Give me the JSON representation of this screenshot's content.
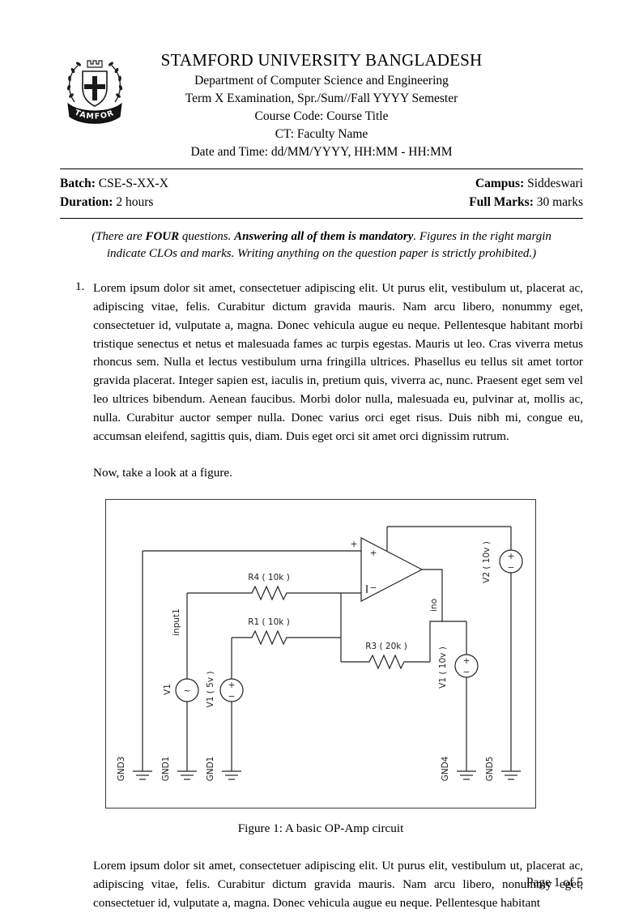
{
  "header": {
    "university": "STAMFORD UNIVERSITY BANGLADESH",
    "department": "Department of Computer Science and Engineering",
    "term_line": "Term X Examination, Spr./Sum//Fall YYYY Semester",
    "course_line": "Course Code: Course Title",
    "ct_line": "CT: Faculty Name",
    "datetime_line": "Date and Time: dd/MM/YYYY, HH:MM - HH:MM",
    "logo_banner": "STAMFORD"
  },
  "meta": {
    "batch_label": "Batch:",
    "batch_value": "CSE-S-XX-X",
    "duration_label": "Duration:",
    "duration_value": "2 hours",
    "campus_label": "Campus:",
    "campus_value": "Siddeswari",
    "full_marks_label": "Full Marks:",
    "full_marks_value": "30 marks"
  },
  "instructions": {
    "part1": "(There are ",
    "bold1": "FOUR",
    "part2": " questions. ",
    "bold2": "Answering all of them is mandatory",
    "part3": ". Figures in the right margin indicate CLOs and marks. Writing anything on the question paper is strictly prohibited.)"
  },
  "question": {
    "number": "1.",
    "body": "Lorem ipsum dolor sit amet, consectetuer adipiscing elit. Ut purus elit, vestibulum ut, placerat ac, adipiscing vitae, felis. Curabitur dictum gravida mauris. Nam arcu libero, nonummy eget, consectetuer id, vulputate a, magna. Donec vehicula augue eu neque. Pellentesque habitant morbi tristique senectus et netus et malesuada fames ac turpis egestas. Mauris ut leo. Cras viverra metus rhoncus sem. Nulla et lectus vestibulum urna fringilla ultrices. Phasellus eu tellus sit amet tortor gravida placerat. Integer sapien est, iaculis in, pretium quis, viverra ac, nunc. Praesent eget sem vel leo ultrices bibendum. Aenean faucibus. Morbi dolor nulla, malesuada eu, pulvinar at, mollis ac, nulla. Curabitur auctor semper nulla. Donec varius orci eget risus. Duis nibh mi, congue eu, accumsan eleifend, sagittis quis, diam. Duis eget orci sit amet orci dignissim rutrum.",
    "figure_intro": "Now, take a look at a figure."
  },
  "figure": {
    "caption": "Figure 1: A basic OP-Amp circuit",
    "labels": {
      "r4": "R4 ( 10k )",
      "r1": "R1 ( 10k )",
      "r3": "R3 ( 20k )",
      "v1": "V1",
      "v1_5v": "V1 ( 5v )",
      "v1_10v": "V1 ( 10v )",
      "v2_10v": "V2 ( 10v )",
      "input1": "input1",
      "ino": "ino",
      "gnd3": "GND3",
      "gnd1_a": "GND1",
      "gnd1_b": "GND1",
      "gnd4": "GND4",
      "gnd5": "GND5",
      "plus": "+",
      "minus": "−",
      "sine": "~"
    }
  },
  "continuation": "Lorem ipsum dolor sit amet, consectetuer adipiscing elit. Ut purus elit, vestibulum ut, placerat ac, adipiscing vitae, felis. Curabitur dictum gravida mauris. Nam arcu libero, nonummy eget, consectetuer id, vulputate a, magna. Donec vehicula augue eu neque. Pellentesque habitant",
  "footer": {
    "page_indicator": "Page 1 of 5"
  }
}
